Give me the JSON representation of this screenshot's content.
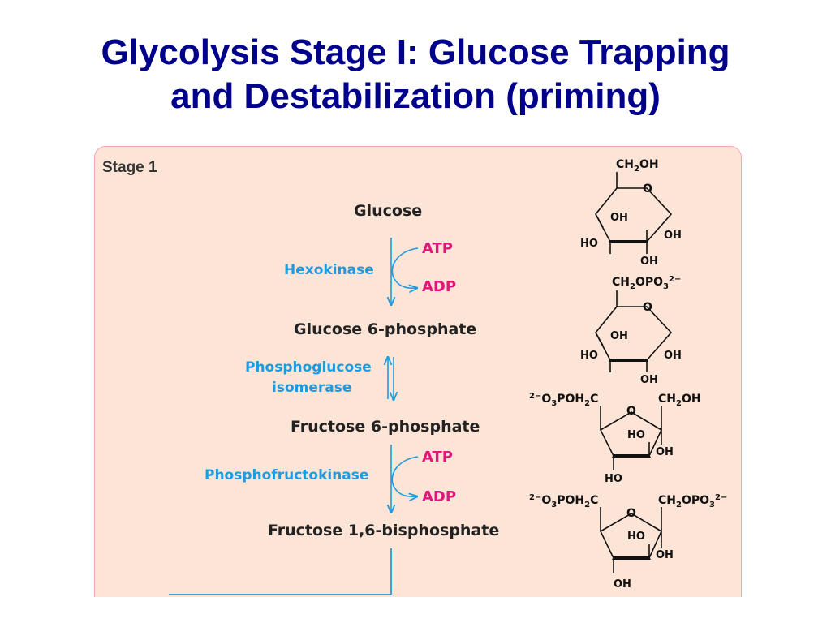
{
  "title": {
    "line1": "Glycolysis Stage I: Glucose Trapping",
    "line2": "and Destabilization (priming)"
  },
  "figure": {
    "stage_label": "Stage 1",
    "metabolites": [
      "Glucose",
      "Glucose 6-phosphate",
      "Fructose 6-phosphate",
      "Fructose 1,6-bisphosphate"
    ],
    "enzymes": [
      "Hexokinase",
      "Phosphoglucose",
      "isomerase",
      "Phosphofructokinase"
    ],
    "cofactors": {
      "atp": "ATP",
      "adp": "ADP"
    },
    "colors": {
      "title": "#00008b",
      "panel": "#fce4d6",
      "enzyme": "#1e9be0",
      "cofactor": "#e0177b",
      "arrow": "#1e9be0"
    }
  },
  "structures": {
    "glucose": {
      "top": "CH",
      "top_sub": "2",
      "top_end": "OH",
      "ring_o": "O",
      "oh_inner": "OH",
      "oh_left": "HO",
      "oh_right": "OH",
      "oh_bottom": "OH"
    },
    "g6p": {
      "top": "CH",
      "top_sub": "2",
      "top_mid": "OPO",
      "top_sub2": "3",
      "top_sup": "2−",
      "ring_o": "O",
      "oh_inner": "OH",
      "oh_left": "HO",
      "oh_right": "OH",
      "oh_bottom": "OH"
    },
    "f6p": {
      "left_sup": "2−",
      "left_a": "O",
      "left_sub": "3",
      "left_b": "POH",
      "left_sub2": "2",
      "left_c": "C",
      "right": "CH",
      "right_sub": "2",
      "right_end": "OH",
      "ring_o": "O",
      "ho_inner": "HO",
      "oh_right": "OH",
      "oh_bottom": "HO"
    },
    "f16bp": {
      "left_sup": "2−",
      "left_a": "O",
      "left_sub": "3",
      "left_b": "POH",
      "left_sub2": "2",
      "left_c": "C",
      "right": "CH",
      "right_sub": "2",
      "right_mid": "OPO",
      "right_sub2": "3",
      "right_sup": "2−",
      "ring_o": "O",
      "ho_inner": "HO",
      "oh_right": "OH",
      "oh_bottom": "OH"
    }
  }
}
